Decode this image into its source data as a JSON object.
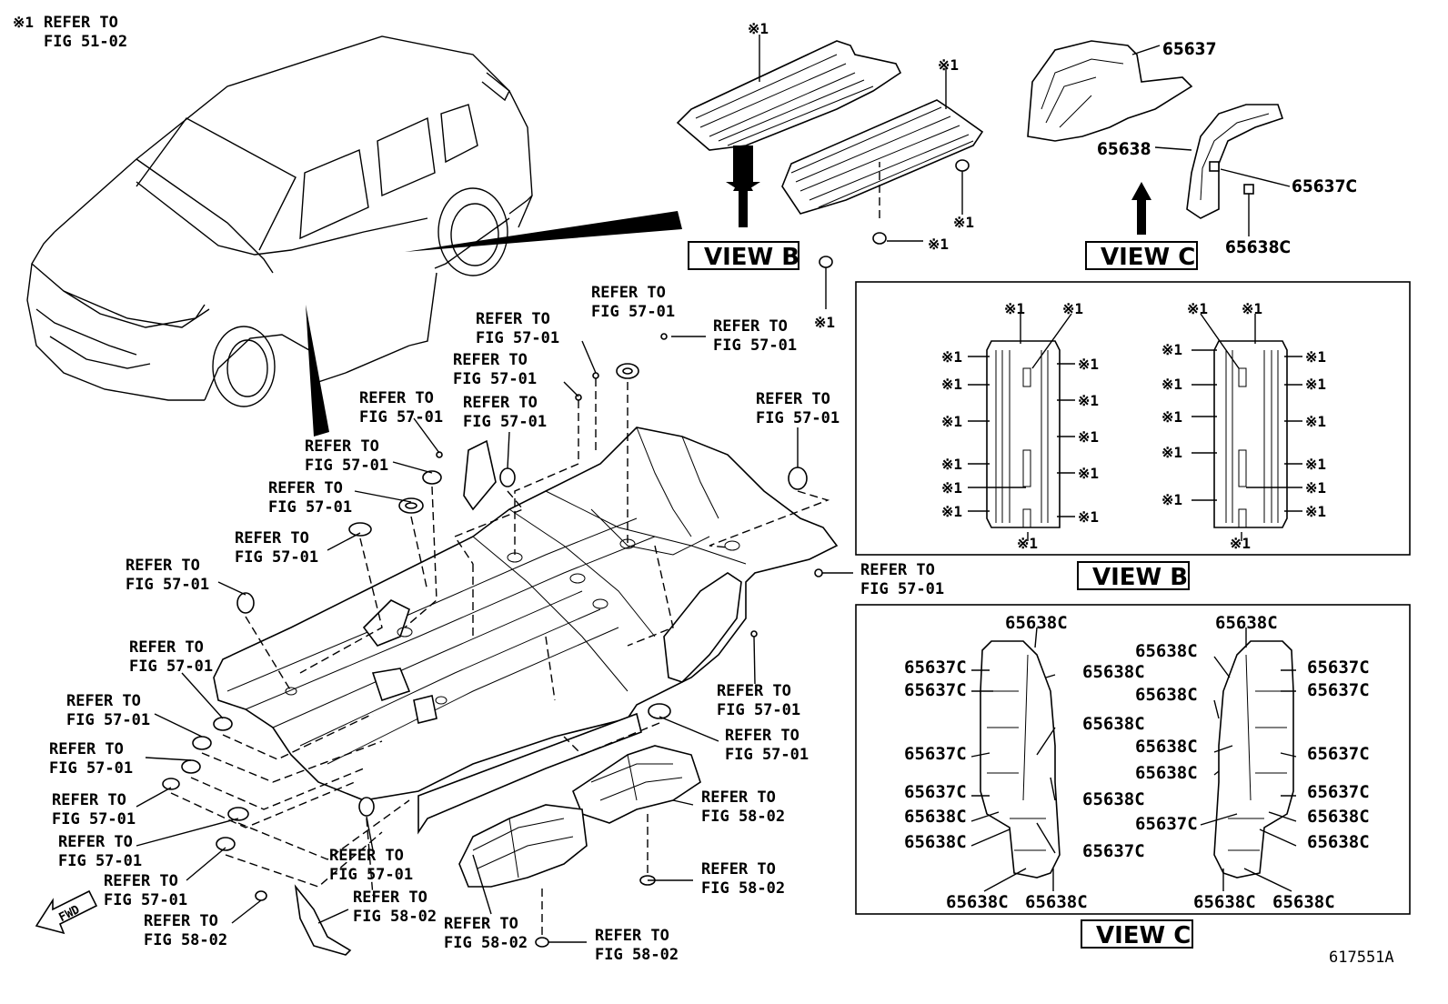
{
  "note": {
    "mark": "※1",
    "line1": "REFER TO",
    "line2": "FIG 51-02"
  },
  "views": {
    "b": "VIEW B",
    "c": "VIEW C"
  },
  "parts": {
    "p65637": "65637",
    "p65638": "65638",
    "p65637c": "65637C",
    "p65638c": "65638C"
  },
  "mark": "※1",
  "refer": "REFER TO",
  "figs": {
    "f5701": "FIG 57-01",
    "f5802": "FIG 58-02"
  },
  "fwd": "FWD",
  "diagram_id": "617551A"
}
